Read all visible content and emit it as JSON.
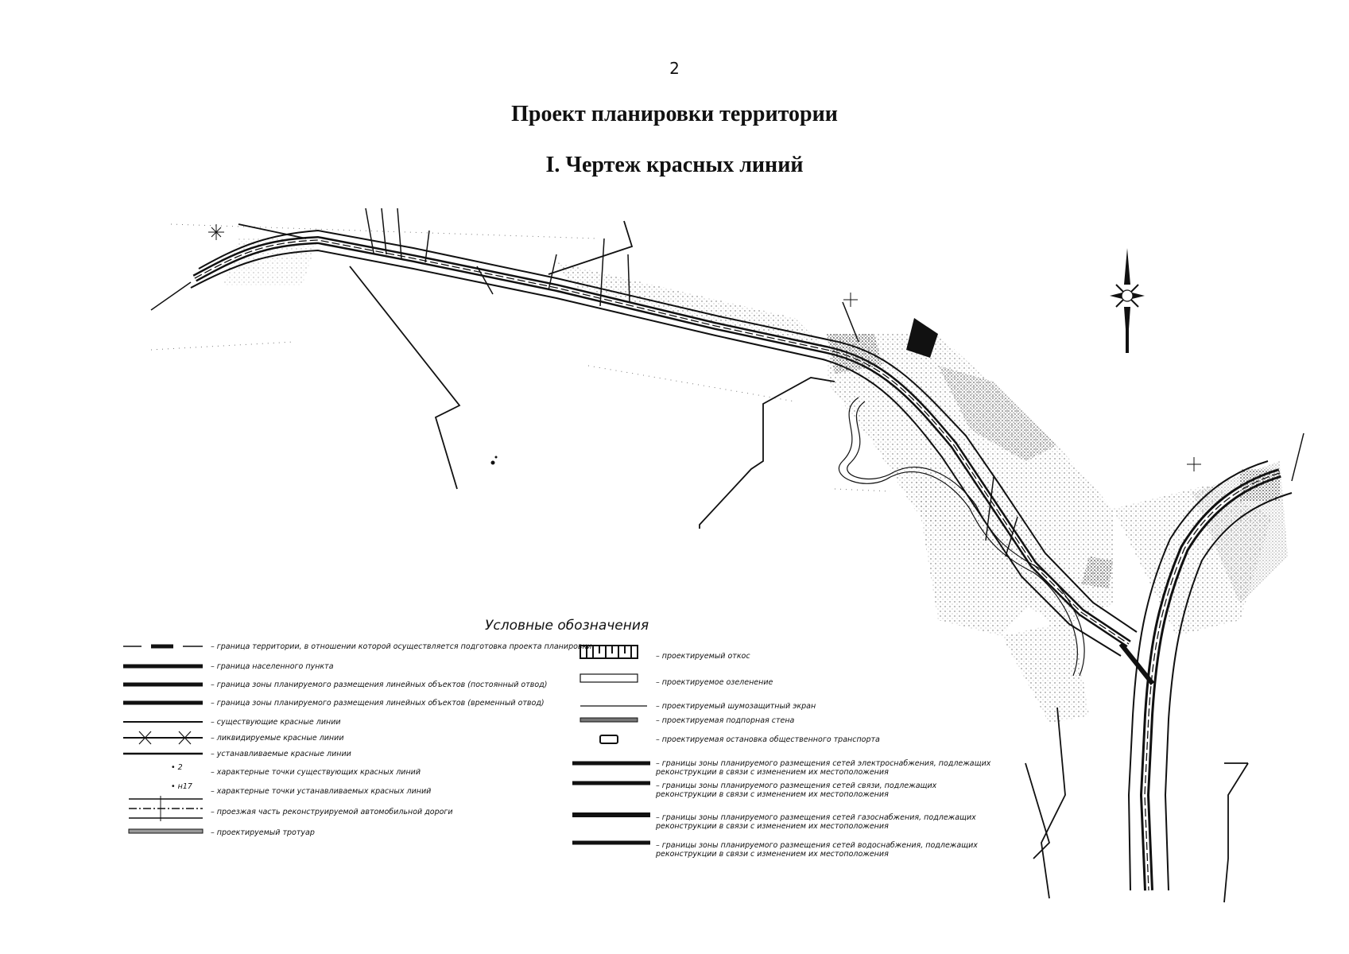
{
  "page": {
    "number": "2"
  },
  "header": {
    "title": "Проект планировки территории",
    "subtitle": "I. Чертеж красных линий"
  },
  "map": {
    "background": "#ffffff",
    "ink": "#111111",
    "compass_icon": "north-arrow-icon",
    "point_markers": []
  },
  "legend": {
    "title": "Условные обозначения",
    "left": [
      {
        "symbol": "dash-dot-boundary",
        "text": "– граница территории, в отношении которой осуществляется подготовка проекта планировки"
      },
      {
        "symbol": "thick-line",
        "text": "– граница населенного пункта"
      },
      {
        "symbol": "thick-line",
        "text": "– граница зоны планируемого размещения линейных объектов (постоянный отвод)"
      },
      {
        "symbol": "thick-line",
        "text": "– граница зоны планируемого размещения линейных объектов (временный отвод)"
      },
      {
        "symbol": "thin-line",
        "text": "– существующие красные линии"
      },
      {
        "symbol": "crossed-line",
        "text": "– ликвидируемые красные линии"
      },
      {
        "symbol": "thin-line",
        "text": "– устанавливаемые красные линии"
      },
      {
        "symbol": "point-2",
        "label": "• 2",
        "text": "– характерные точки существующих красных линий"
      },
      {
        "symbol": "point-n17",
        "label": "• н17",
        "text": "– характерные точки устанавливаемых красных линий"
      },
      {
        "symbol": "roadway",
        "text": "– проезжая часть реконструируемой автомобильной дороги"
      },
      {
        "symbol": "sidewalk",
        "text": "– проектируемый тротуар"
      }
    ],
    "right": [
      {
        "symbol": "slope",
        "text": "– проектируемый откос"
      },
      {
        "symbol": "greenery",
        "text": "– проектируемое озеленение"
      },
      {
        "symbol": "noise-screen",
        "text": "– проектируемый шумозащитный экран"
      },
      {
        "symbol": "retaining-wall",
        "text": "– проектируемая подпорная стена"
      },
      {
        "symbol": "bus-stop",
        "text": "– проектируемая остановка общественного транспорта"
      },
      {
        "symbol": "thick-line",
        "text": "– границы зоны планируемого размещения сетей электроснабжения, подлежащих реконструкции в связи с изменением их местоположения"
      },
      {
        "symbol": "thick-line",
        "text": "– границы зоны планируемого размещения сетей связи, подлежащих реконструкции в связи с изменением их местоположения"
      },
      {
        "symbol": "thick-line",
        "text": "– границы зоны планируемого размещения сетей газоснабжения, подлежащих реконструкции в связи с изменением их местоположения"
      },
      {
        "symbol": "thick-line",
        "text": "– границы зоны планируемого размещения сетей водоснабжения, подлежащих реконструкции в связи с изменением их местоположения"
      }
    ]
  }
}
